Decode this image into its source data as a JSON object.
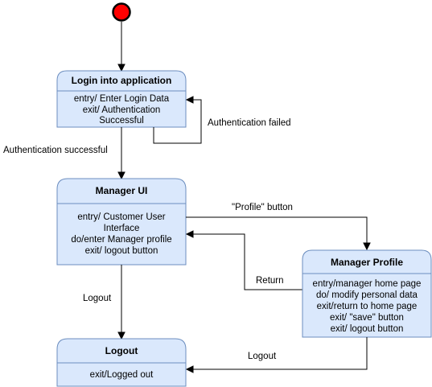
{
  "colors": {
    "state_fill": "#dae8fc",
    "state_stroke": "#6c8ebf",
    "initial_fill": "#ff0000",
    "line": "#000000"
  },
  "states": {
    "login": {
      "title": "Login into application",
      "lines": [
        "entry/ Enter Login Data",
        "exit/ Authentication",
        "Successful"
      ]
    },
    "manager_ui": {
      "title": "Manager UI",
      "lines": [
        "entry/ Customer User",
        "Interface",
        "do/enter Manager profile",
        "exit/ logout button"
      ]
    },
    "manager_profile": {
      "title": "Manager Profile",
      "lines": [
        "entry/manager home page",
        "do/ modify personal data",
        "exit/return to home page",
        "exit/ \"save\" button",
        "exit/ logout button"
      ]
    },
    "logout": {
      "title": "Logout",
      "lines": [
        "exit/Logged out"
      ]
    }
  },
  "transitions": {
    "auth_failed": "Authentication failed",
    "auth_success": "Authentication successful",
    "profile_button": "\"Profile\" button",
    "return": "Return",
    "logout_from_ui": "Logout",
    "logout_from_profile": "Logout"
  }
}
